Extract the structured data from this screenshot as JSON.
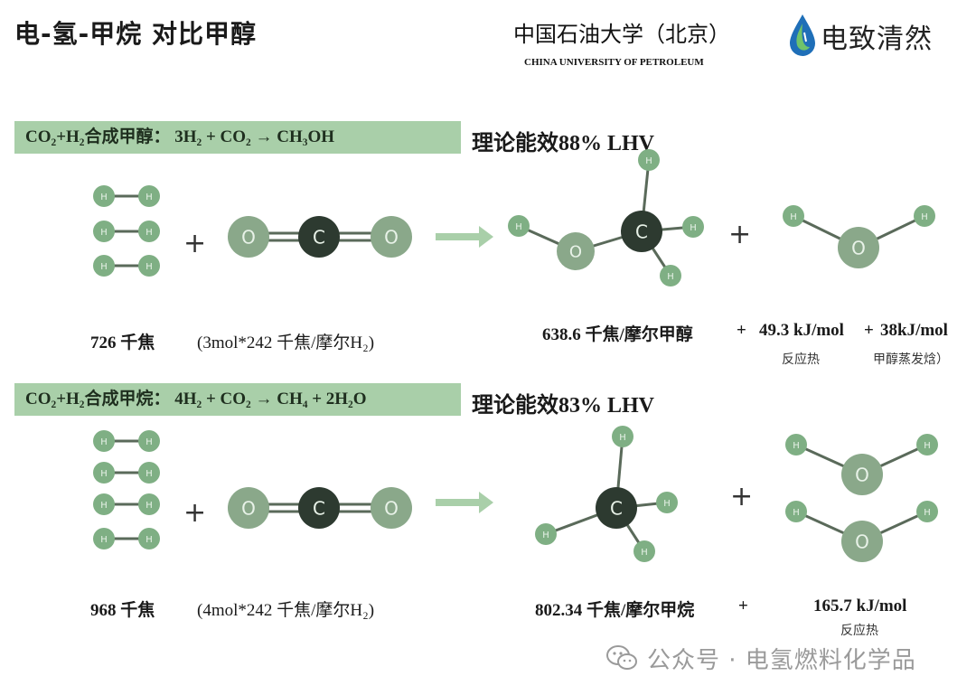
{
  "header": {
    "title": "电-氢-甲烷  对比甲醇",
    "university_cn": "中国石油大学（北京）",
    "university_en": "CHINA UNIVERSITY OF PETROLEUM",
    "brand": "电致清然"
  },
  "methanol": {
    "equation_label": "CO₂+H₂合成甲醇：  3H₂ +  CO₂ → CH₃OH",
    "efficiency": "理论能效88% LHV",
    "energy_in": "726 千焦",
    "energy_calc": "(3mol*242 千焦/摩尔H₂)",
    "energy_out": "638.6 千焦/摩尔甲醇",
    "plus1": "+",
    "reaction_heat": "49.3 kJ/mol",
    "plus2": "+",
    "vaporization": "38kJ/mol",
    "reaction_heat_label": "反应热",
    "vaporization_label": "甲醇蒸发焓）"
  },
  "methane": {
    "equation_label": "CO₂+H₂合成甲烷：  4H₂ +  CO₂ → CH₄ + 2H₂O",
    "efficiency": "理论能效83% LHV",
    "energy_in": "968 千焦",
    "energy_calc": "(4mol*242 千焦/摩尔H₂)",
    "energy_out": "802.34 千焦/摩尔甲烷",
    "plus1": "+",
    "reaction_heat": "165.7 kJ/mol",
    "reaction_heat_label": "反应热"
  },
  "atoms": {
    "H": "H",
    "O": "O",
    "C": "C"
  },
  "operator_plus": "+",
  "watermark": "公众号 · 电氢燃料化学品",
  "colors": {
    "equation_bg": "#a9cfa9",
    "hydrogen": "#7faf84",
    "oxygen": "#8aa88a",
    "carbon": "#2d3a30",
    "bond": "#5a6a5a",
    "arrow": "#a9cfa9"
  }
}
